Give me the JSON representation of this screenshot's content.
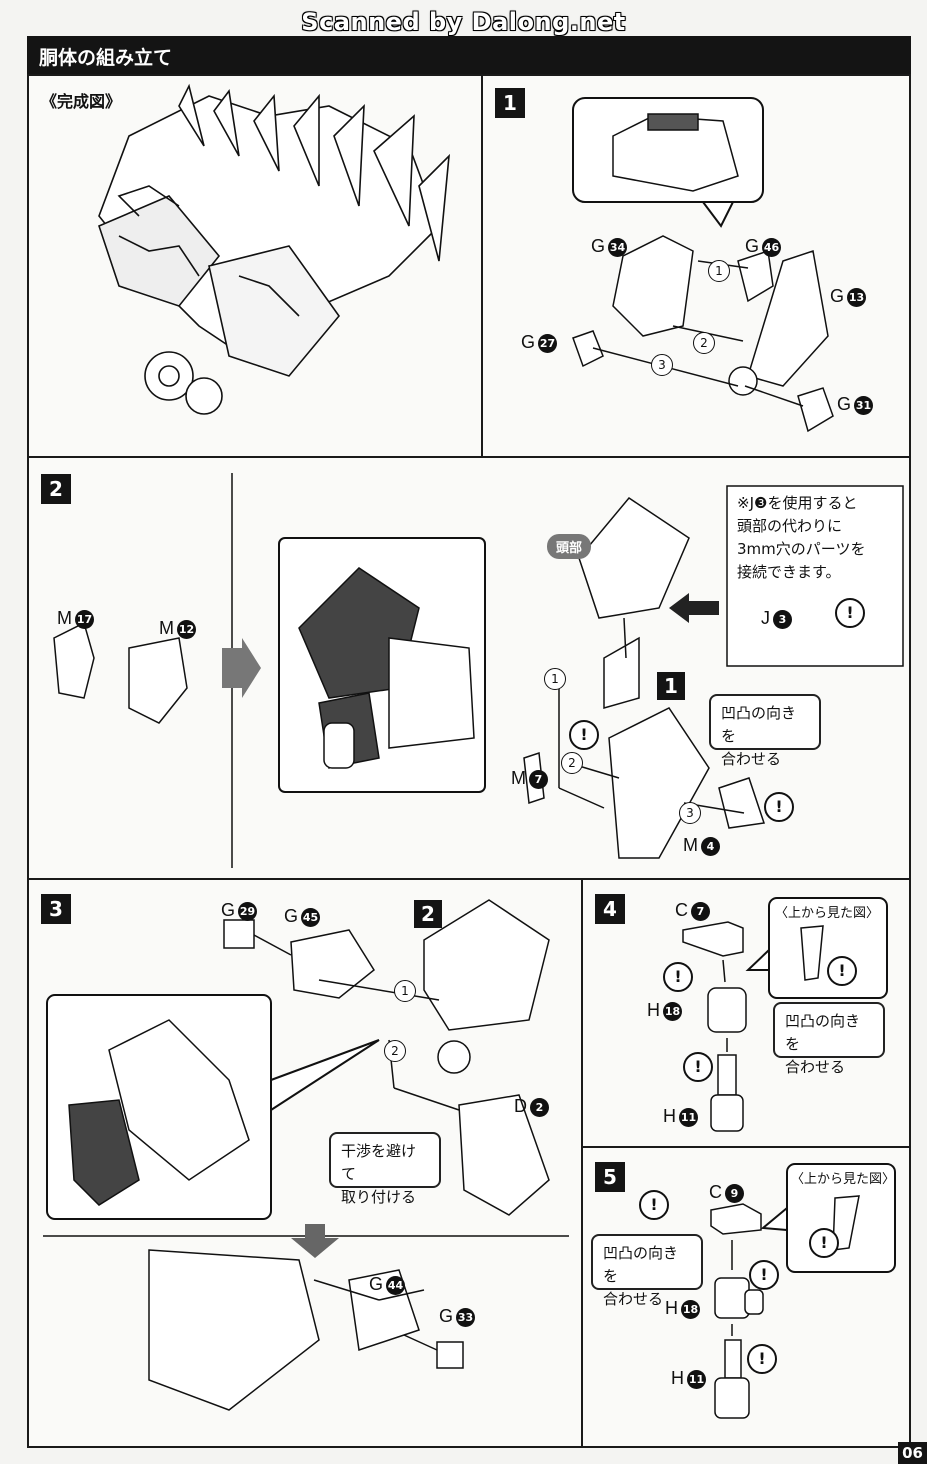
{
  "watermark": "Scanned by Dalong.net",
  "header": {
    "title": "胴体の組み立て"
  },
  "completed_view": {
    "label": "《完成図》"
  },
  "steps": {
    "s1": {
      "num": "1",
      "parts": [
        "G",
        "34",
        "G",
        "46",
        "G",
        "13",
        "G",
        "27",
        "G",
        "31"
      ],
      "circ": [
        "1",
        "2",
        "3"
      ]
    },
    "s2": {
      "num": "2",
      "parts": [
        "M",
        "17",
        "M",
        "12",
        "M",
        "7",
        "M",
        "4",
        "J",
        "3"
      ],
      "head_tag": "頭部",
      "note": [
        "※J❸を使用すると",
        "頭部の代わりに",
        "3mm穴のパーツを",
        "接続できます。"
      ],
      "align_note": [
        "凹凸の向きを",
        "合わせる"
      ],
      "ref": "1",
      "circ": [
        "1",
        "2",
        "3"
      ]
    },
    "s3": {
      "num": "3",
      "parts": [
        "G",
        "29",
        "G",
        "45",
        "D",
        "2",
        "G",
        "44",
        "G",
        "33"
      ],
      "ref": "2",
      "avoid_note": [
        "干渉を避けて",
        "取り付ける"
      ],
      "circ": [
        "1",
        "2"
      ]
    },
    "s4": {
      "num": "4",
      "parts": [
        "C",
        "7",
        "H",
        "18",
        "H",
        "11"
      ],
      "top_view": "〈上から見た図〉",
      "align_note": [
        "凹凸の向きを",
        "合わせる"
      ]
    },
    "s5": {
      "num": "5",
      "parts": [
        "C",
        "9",
        "H",
        "18",
        "H",
        "11"
      ],
      "top_view": "〈上から見た図〉",
      "align_note": [
        "凹凸の向きを",
        "合わせる"
      ]
    }
  },
  "warning_glyph": "!",
  "page_number": "06",
  "colors": {
    "ink": "#141414",
    "paper": "#fafaf8",
    "shade": "#555555"
  }
}
